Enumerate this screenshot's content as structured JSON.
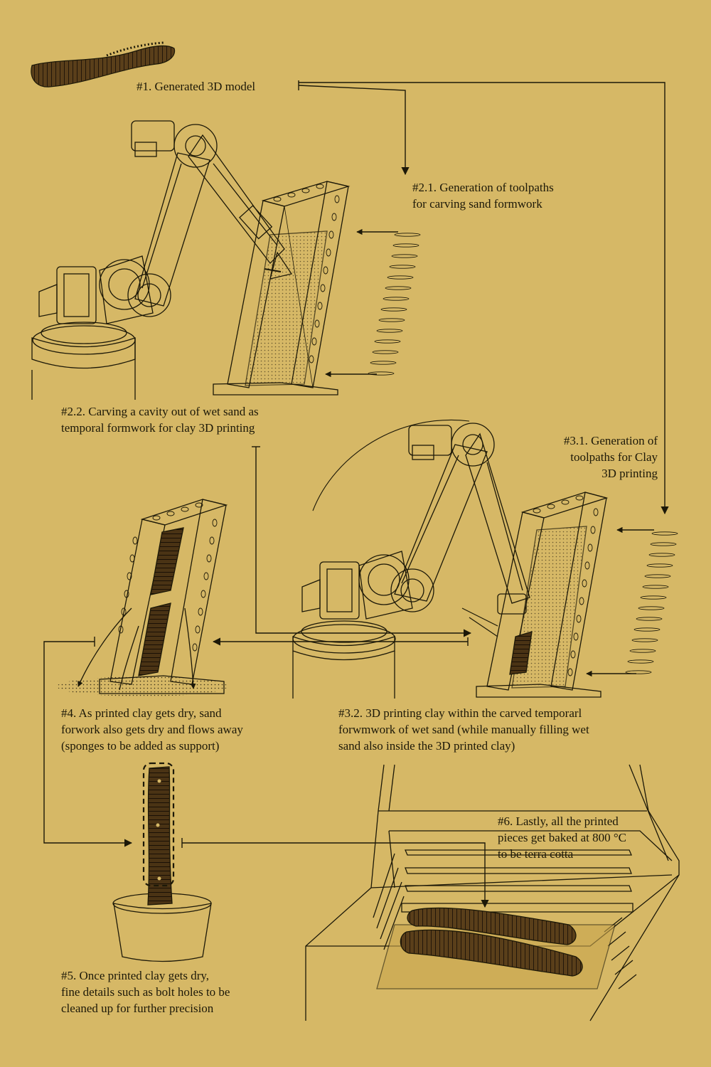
{
  "colors": {
    "background": "#d6b866",
    "ink": "#1c1808",
    "clay": "#3d2a12"
  },
  "steps": [
    {
      "id": "step-1",
      "lines": [
        "#1. Generated 3D model"
      ]
    },
    {
      "id": "step-2-1",
      "lines": [
        "#2.1. Generation of toolpaths",
        "for carving sand formwork"
      ]
    },
    {
      "id": "step-2-2",
      "lines": [
        "#2.2. Carving a cavity out of wet sand as",
        "temporal formwork for clay 3D printing"
      ]
    },
    {
      "id": "step-3-1",
      "lines": [
        "#3.1. Generation of",
        "toolpaths for Clay",
        "3D printing"
      ]
    },
    {
      "id": "step-4",
      "lines": [
        "#4. As printed clay gets dry, sand",
        "forwork also gets dry and flows away",
        "(sponges to be added as support)"
      ]
    },
    {
      "id": "step-3-2",
      "lines": [
        "#3.2. 3D printing clay within the carved temporarl",
        "forwmwork of wet sand (while manually filling wet",
        "sand also inside the 3D printed clay)"
      ]
    },
    {
      "id": "step-5",
      "lines": [
        "#5. Once printed clay gets dry,",
        "fine details such as bolt holes to be",
        "cleaned up for further precision"
      ]
    },
    {
      "id": "step-6",
      "lines": [
        "#6. Lastly, all the printed",
        "pieces get baked at 800 °C",
        "to be terra cotta"
      ]
    }
  ]
}
